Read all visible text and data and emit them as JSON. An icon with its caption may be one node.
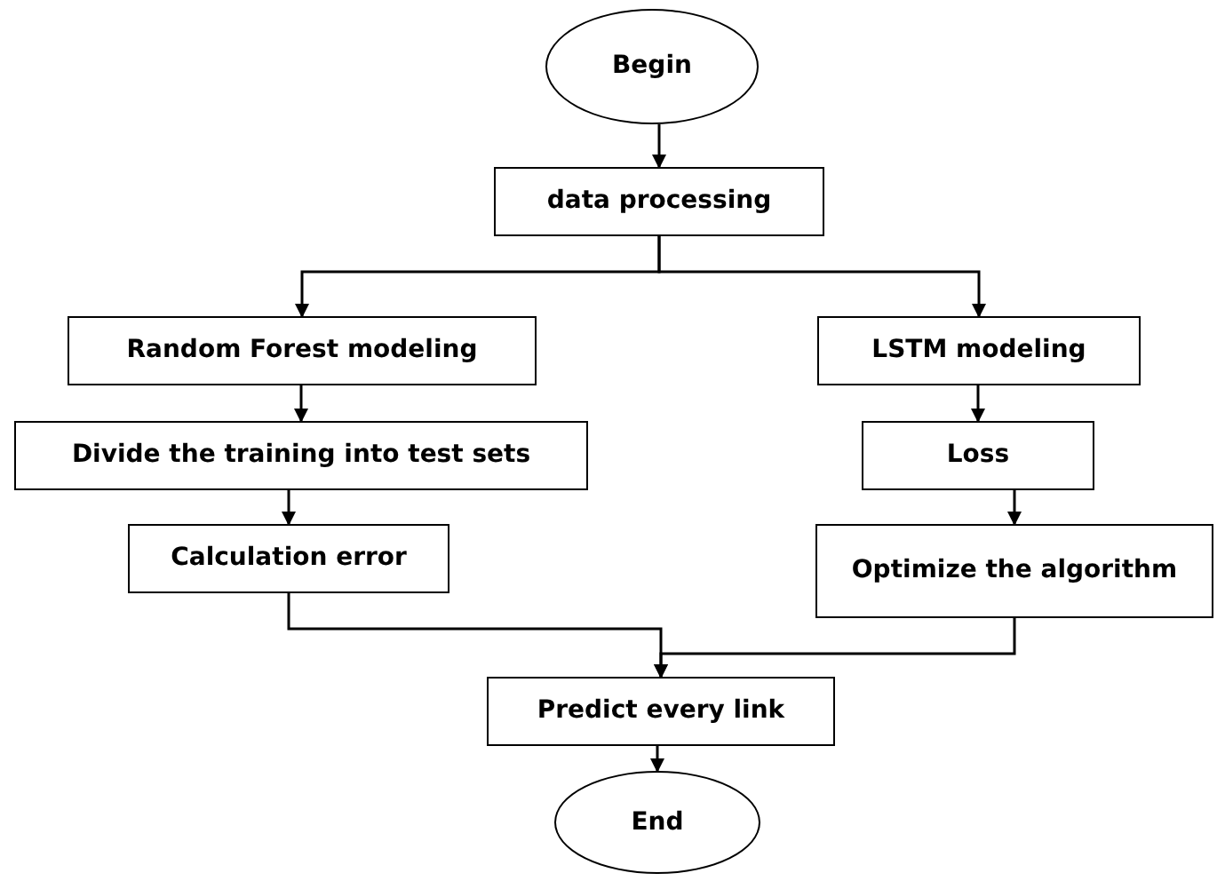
{
  "diagram": {
    "nodes": [
      {
        "text": [
          "Begin"
        ]
      },
      {
        "text": [
          "data processing"
        ]
      },
      {
        "text": [
          "Random Forest modeling"
        ]
      },
      {
        "text": [
          "Divide the training into test sets"
        ]
      },
      {
        "text": [
          "Calculation error"
        ]
      },
      {
        "text": [
          "LSTM modeling"
        ]
      },
      {
        "text": [
          "Loss"
        ]
      },
      {
        "text": [
          "Optimize the algorithm"
        ]
      },
      {
        "text": [
          "Predict every link"
        ]
      },
      {
        "text": [
          "End"
        ]
      }
    ],
    "edges": [
      {
        "from": 0,
        "to": 1,
        "arrow": "to"
      },
      {
        "from": 1,
        "to": 2,
        "arrow": "to"
      },
      {
        "from": 1,
        "to": 5,
        "arrow": "to"
      },
      {
        "from": 2,
        "to": 3,
        "arrow": "to"
      },
      {
        "from": 3,
        "to": 4,
        "arrow": "to"
      },
      {
        "from": 4,
        "to": 8,
        "arrow": "to"
      },
      {
        "from": 5,
        "to": 6,
        "arrow": "to"
      },
      {
        "from": 6,
        "to": 7,
        "arrow": "to"
      },
      {
        "from": 7,
        "to": 8,
        "arrow": "to"
      },
      {
        "from": 8,
        "to": 9,
        "arrow": "to"
      }
    ]
  }
}
